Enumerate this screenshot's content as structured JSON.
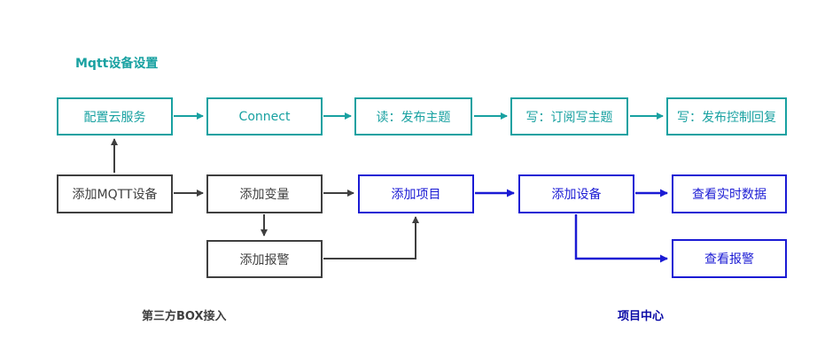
{
  "labels": {
    "title": "Mqtt设备设置",
    "third_party_zone": "第三方BOX接入",
    "project_center_zone": "项目中心"
  },
  "nodes": {
    "config_cloud": {
      "label": "配置云服务"
    },
    "connect": {
      "label": "Connect"
    },
    "read_publish": {
      "label": "读：发布主题"
    },
    "write_subscribe": {
      "label": "写：订阅写主题"
    },
    "write_reply": {
      "label": "写：发布控制回复"
    },
    "add_mqtt_device": {
      "label": "添加MQTT设备"
    },
    "add_variable": {
      "label": "添加变量"
    },
    "add_alarm": {
      "label": "添加报警"
    },
    "add_project": {
      "label": "添加项目"
    },
    "add_device": {
      "label": "添加设备"
    },
    "view_realtime": {
      "label": "查看实时数据"
    },
    "view_alarm": {
      "label": "查看报警"
    }
  },
  "edges": [
    {
      "from": "config_cloud",
      "to": "connect",
      "color": "#18a1a1"
    },
    {
      "from": "connect",
      "to": "read_publish",
      "color": "#18a1a1"
    },
    {
      "from": "read_publish",
      "to": "write_subscribe",
      "color": "#18a1a1"
    },
    {
      "from": "write_subscribe",
      "to": "write_reply",
      "color": "#18a1a1"
    },
    {
      "from": "add_mqtt_device",
      "to": "config_cloud",
      "color": "#3f3f3f"
    },
    {
      "from": "add_mqtt_device",
      "to": "add_variable",
      "color": "#3f3f3f"
    },
    {
      "from": "add_variable",
      "to": "add_project",
      "color": "#3f3f3f"
    },
    {
      "from": "add_variable",
      "to": "add_alarm",
      "color": "#3f3f3f"
    },
    {
      "from": "add_alarm",
      "to": "add_project",
      "color": "#3f3f3f"
    },
    {
      "from": "add_project",
      "to": "add_device",
      "color": "#1b1bd4"
    },
    {
      "from": "add_device",
      "to": "view_realtime",
      "color": "#1b1bd4"
    },
    {
      "from": "add_device",
      "to": "view_alarm",
      "color": "#1b1bd4"
    }
  ],
  "colors": {
    "teal": "#18a1a1",
    "blue": "#1b1bd4",
    "gray": "#3f3f3f",
    "zone_label_blue": "#0909a6",
    "background": "#ffffff"
  }
}
